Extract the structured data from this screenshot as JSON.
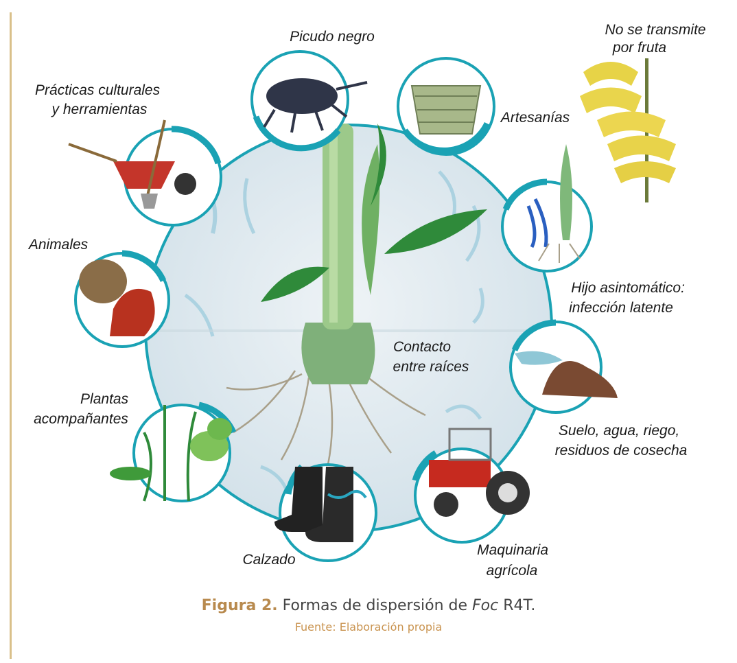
{
  "diagram": {
    "center_label": [
      "Contacto",
      "entre raíces"
    ],
    "items": [
      {
        "id": "picudo",
        "label": [
          "Picudo negro"
        ]
      },
      {
        "id": "practicas",
        "label": [
          "Prácticas culturales",
          "y herramientas"
        ]
      },
      {
        "id": "artesanias",
        "label": [
          "Artesanías"
        ]
      },
      {
        "id": "fruta",
        "label": [
          "No se transmite",
          "por fruta"
        ]
      },
      {
        "id": "animales",
        "label": [
          "Animales"
        ]
      },
      {
        "id": "hijo",
        "label": [
          "Hijo asintomático:",
          "infección latente"
        ]
      },
      {
        "id": "plantas",
        "label": [
          "Plantas",
          "acompañantes"
        ]
      },
      {
        "id": "suelo",
        "label": [
          "Suelo, agua, riego,",
          "residuos de cosecha"
        ]
      },
      {
        "id": "calzado",
        "label": [
          "Calzado"
        ]
      },
      {
        "id": "maquinaria",
        "label": [
          "Maquinaria",
          "agrícola"
        ]
      }
    ]
  },
  "caption": {
    "figure_number": "Figura 2.",
    "text_before": " Formas de dispersión de ",
    "organism": "Foc",
    "text_after": " R4T.",
    "source": "Fuente: Elaboración propia"
  },
  "colors": {
    "ring": "#1aa2b4",
    "disc": "#dfe9ef",
    "leaf": "#2f8a3a",
    "stem": "#9cc98a",
    "caption_accent": "#b88a4e",
    "source": "#c9934f"
  }
}
